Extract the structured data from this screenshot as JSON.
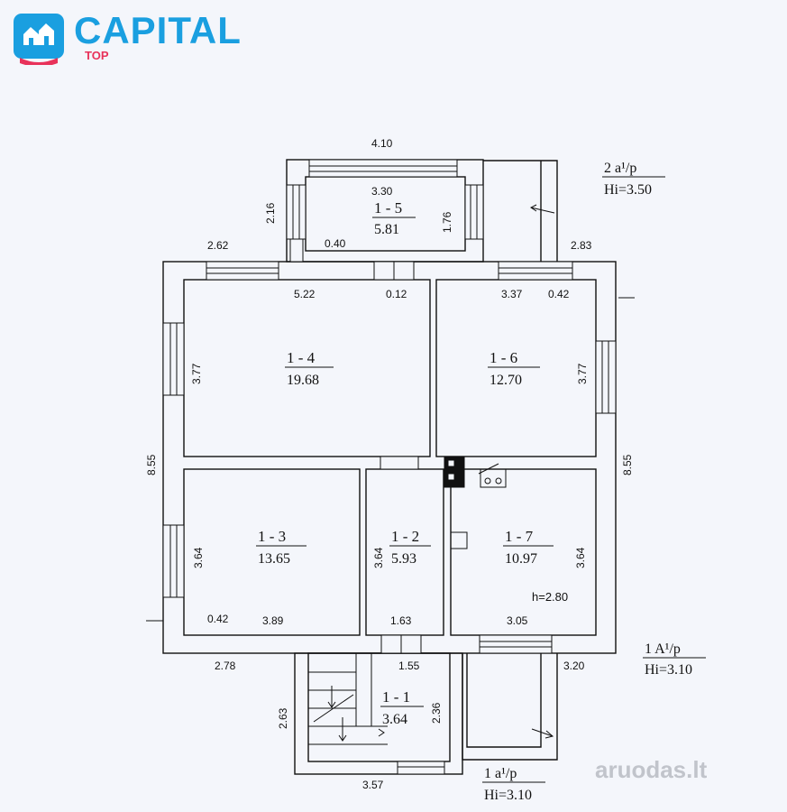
{
  "logo": {
    "brand": "CAPITAL",
    "sub": "TOP",
    "icon": "house-logo-icon",
    "brand_color": "#1a9fe0",
    "accent_color": "#e8325a"
  },
  "watermark": "aruodas.lt",
  "rooms": [
    {
      "id": "1 - 5",
      "area": "5.81"
    },
    {
      "id": "1 - 4",
      "area": "19.68"
    },
    {
      "id": "1 - 6",
      "area": "12.70"
    },
    {
      "id": "1 - 3",
      "area": "13.65"
    },
    {
      "id": "1 - 2",
      "area": "5.93"
    },
    {
      "id": "1 - 7",
      "area": "10.97"
    },
    {
      "id": "1 - 1",
      "area": "3.64"
    }
  ],
  "ceiling_height": "h=2.80",
  "levels": [
    {
      "label": "2 a¹/p",
      "hi": "Hi=3.50"
    },
    {
      "label": "1 A¹/p",
      "hi": "Hi=3.10"
    },
    {
      "label": "1 a¹/p",
      "hi": "Hi=3.10"
    }
  ],
  "dimensions": [
    "4.10",
    "3.30",
    "2.16",
    "1.76",
    "0.40",
    "2.62",
    "2.83",
    "5.22",
    "0.12",
    "3.37",
    "0.42",
    "3.77",
    "3.77",
    "8.55",
    "8.55",
    "3.64",
    "3.64",
    "3.64",
    "0.42",
    "3.89",
    "1.63",
    "3.05",
    "2.78",
    "1.55",
    "3.20",
    "2.63",
    "2.36",
    "3.57"
  ]
}
